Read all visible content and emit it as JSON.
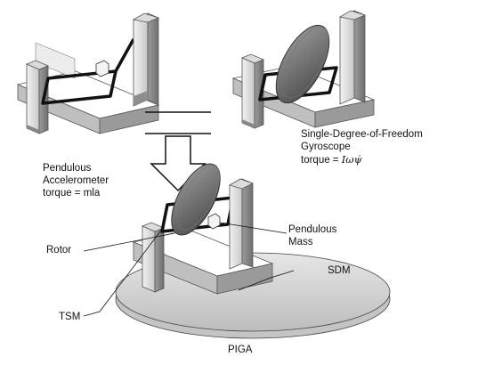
{
  "labels": {
    "pendulous_accelerometer": [
      "Pendulous",
      "Accelerometer"
    ],
    "pa_torque": "torque = mla",
    "gyroscope": [
      "Single-Degree-of-Freedom",
      "Gyroscope"
    ],
    "gyro_torque_prefix": "torque = ",
    "gyro_torque_symbol": "Iωψ̇",
    "rotor": "Rotor",
    "pendulous_mass": [
      "Pendulous",
      "Mass"
    ],
    "sdm": "SDM",
    "tsm": "TSM",
    "piga": "PIGA"
  }
}
